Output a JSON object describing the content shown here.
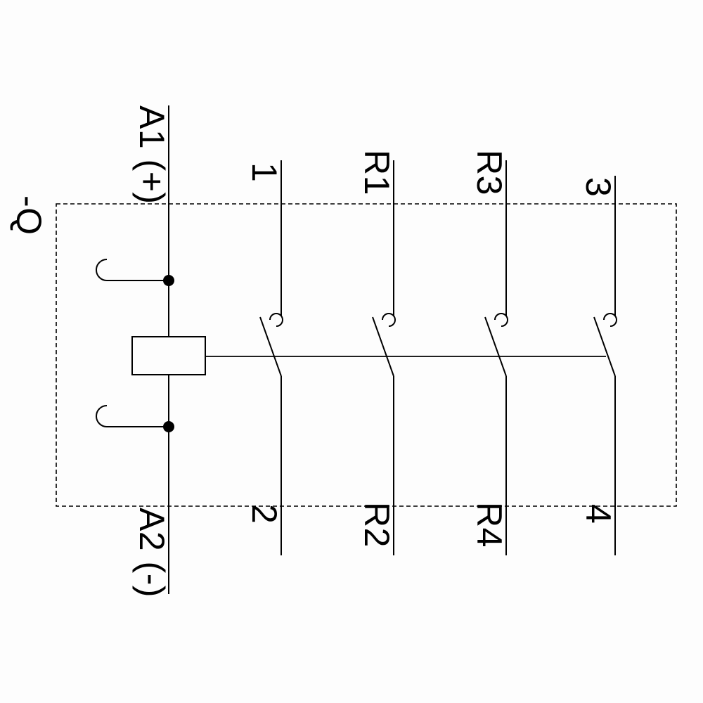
{
  "diagram": {
    "device_tag": "-Q",
    "coil_terminals": {
      "positive": "A1 (+)",
      "negative": "A2 (-)"
    },
    "contacts": [
      {
        "top_terminal": "1",
        "bottom_terminal": "2"
      },
      {
        "top_terminal": "R1",
        "bottom_terminal": "R2"
      },
      {
        "top_terminal": "R3",
        "bottom_terminal": "R4"
      },
      {
        "top_terminal": "3",
        "bottom_terminal": "4"
      }
    ],
    "colors": {
      "line": "#000000",
      "background": "#fdfdfd"
    }
  }
}
